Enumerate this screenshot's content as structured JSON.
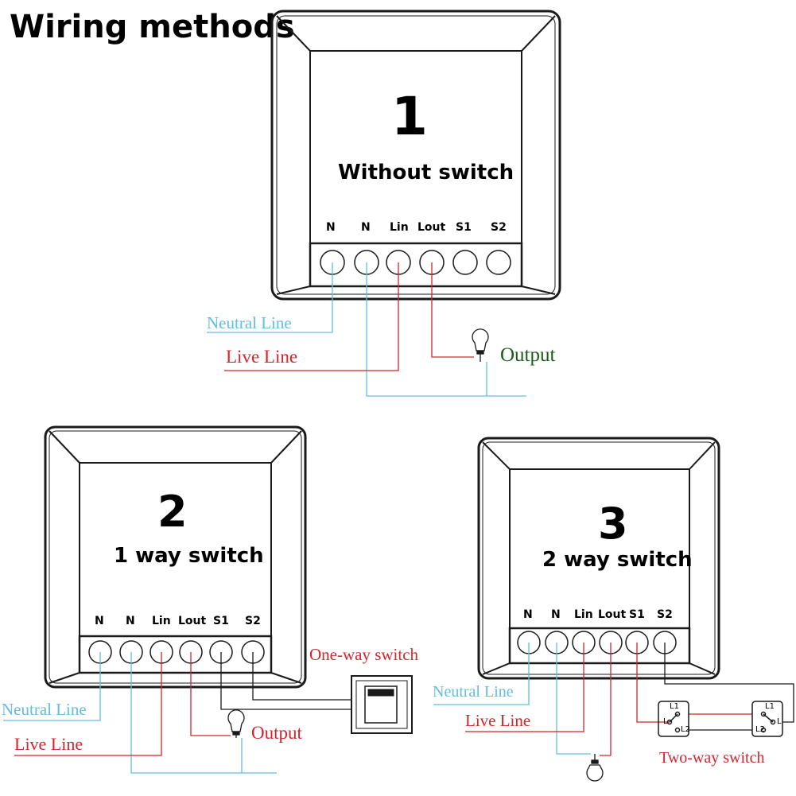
{
  "title": "Wiring methods",
  "colors": {
    "neutral": "#62bde3",
    "live": "#d3252b",
    "output": "#1a5c1a",
    "outline": "#1a1a1a"
  },
  "terminals": [
    "N",
    "N",
    "Lin",
    "Lout",
    "S1",
    "S2"
  ],
  "panels": [
    {
      "number": "1",
      "mode": "Without switch",
      "neutral_label": "Neutral Line",
      "live_label": "Live Line",
      "output_label": "Output"
    },
    {
      "number": "2",
      "mode": "1 way switch",
      "neutral_label": "Neutral Line",
      "live_label": "Live Line",
      "output_label": "Output",
      "switch_label": "One-way switch"
    },
    {
      "number": "3",
      "mode": "2 way switch",
      "neutral_label": "Neutral Line",
      "live_label": "Live Line",
      "switch_label": "Two-way switch",
      "switch_contacts": [
        "L1",
        "L",
        "L2"
      ]
    }
  ]
}
